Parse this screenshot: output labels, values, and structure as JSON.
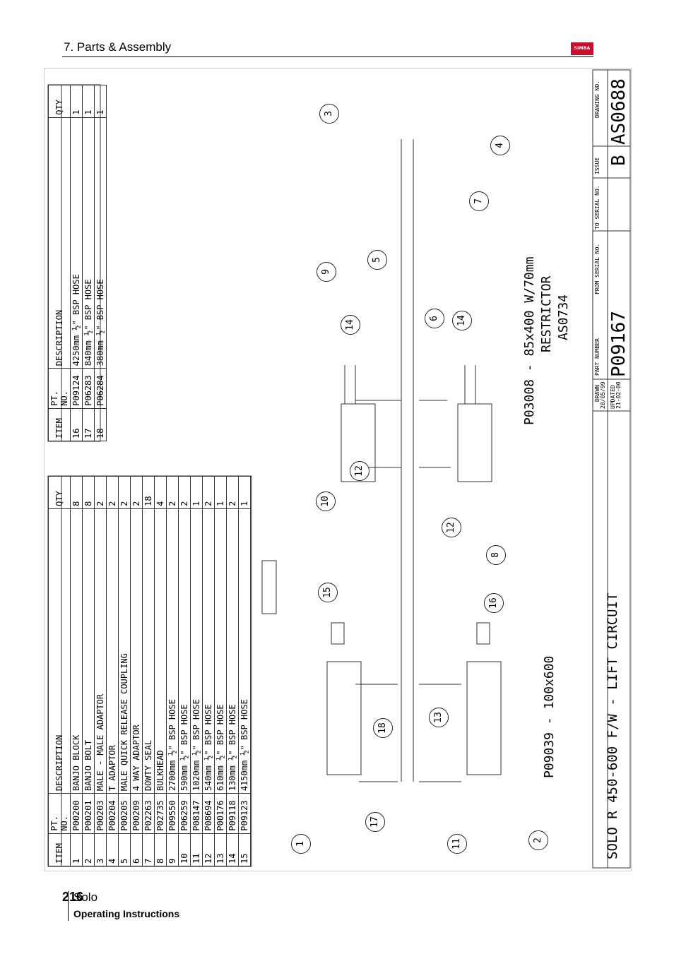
{
  "header": {
    "section_title": "7. Parts & Assembly",
    "logo_text": "SIMBA"
  },
  "table_main": {
    "headers": [
      "ITEM",
      "PT. NO.",
      "DESCRIPTION",
      "QTY"
    ],
    "rows": [
      [
        "1",
        "P00200",
        "BANJO BLOCK",
        "8"
      ],
      [
        "2",
        "P00201",
        "BANJO BOLT",
        "8"
      ],
      [
        "3",
        "P00203",
        "MALE - MALE ADAPTOR",
        "2"
      ],
      [
        "4",
        "P00204",
        "T ADAPTOR",
        "2"
      ],
      [
        "5",
        "P00205",
        "MALE QUICK RELEASE COUPLING",
        "2"
      ],
      [
        "6",
        "P00209",
        "4 WAY ADAPTOR",
        "2"
      ],
      [
        "7",
        "P02263",
        "DOWTY SEAL",
        "18"
      ],
      [
        "8",
        "P02735",
        "BULKHEAD",
        "4"
      ],
      [
        "9",
        "P09550",
        "2700mm ½\" BSP HOSE",
        "2"
      ],
      [
        "10",
        "P06259",
        "590mm ½\" BSP HOSE",
        "2"
      ],
      [
        "11",
        "P08147",
        "1020mm ½\" BSP HOSE",
        "1"
      ],
      [
        "12",
        "P08694",
        "540mm ½\" BSP HOSE",
        "2"
      ],
      [
        "13",
        "P00176",
        "610mm ½\" BSP HOSE",
        "1"
      ],
      [
        "14",
        "P09118",
        "130mm ½\" BSP HOSE",
        "2"
      ],
      [
        "15",
        "P09123",
        "4150mm ½\" BSP HOSE",
        "1"
      ]
    ]
  },
  "table_extra": {
    "headers": [
      "ITEM",
      "PT. NO.",
      "DESCRIPTION",
      "QTY"
    ],
    "rows": [
      [
        "16",
        "P09124",
        "4250mm ½\" BSP HOSE",
        "1"
      ],
      [
        "17",
        "P06283",
        "840mm ½\" BSP HOSE",
        "1"
      ],
      [
        "18",
        "P06284",
        "380mm ½\" BSP HOSE",
        "1"
      ]
    ]
  },
  "annotations": {
    "restrictor_line1": "P03008 - 85x400 W/70mm",
    "restrictor_line2": "RESTRICTOR",
    "restrictor_line3": "AS0734",
    "cylinder_note": "P09039 - 100x600",
    "circuit_title": "SOLO R 450-600 F/W - LIFT CIRCUIT"
  },
  "callouts": [
    "1",
    "2",
    "3",
    "4",
    "5",
    "6",
    "7",
    "8",
    "9",
    "10",
    "11",
    "12",
    "12",
    "13",
    "14",
    "14",
    "15",
    "16",
    "17",
    "18"
  ],
  "title_block": {
    "drawn_label": "DRAWN",
    "drawn_date": "28/05/99",
    "updated_label": "UPDATED",
    "updated_date": "21-02-00",
    "part_number_label": "PART NUMBER",
    "part_number": "P09167",
    "from_serial_label": "FROM SERIAL NO.",
    "to_serial_label": "TO SERIAL NO.",
    "issue_label": "ISSUE",
    "issue": "B",
    "drawing_no_label": "DRAWING NO.",
    "drawing_no": "AS0688"
  },
  "footer": {
    "page_number": "216",
    "model": "Solo",
    "subtitle": "Operating Instructions"
  }
}
